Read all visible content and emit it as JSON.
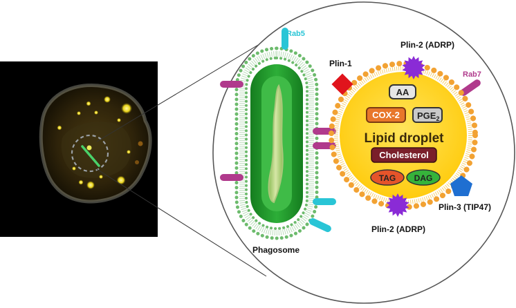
{
  "labels": {
    "rab5": "Rab5",
    "rab7": "Rab7",
    "plin1": "Plin-1",
    "plin2_top": "Plin-2 (ADRP)",
    "plin2_bottom": "Plin-2 (ADRP)",
    "plin3": "Plin-3 (TIP47)",
    "phagosome": "Phagosome",
    "lipid_droplet": "Lipid droplet",
    "aa": "AA",
    "cox2": "COX-2",
    "pge_main": "PGE",
    "pge_sub": "2",
    "cholesterol": "Cholesterol",
    "tag": "TAG",
    "dag": "DAG"
  },
  "colors": {
    "rab5": "#29c5d6",
    "rab7": "#b03a8c",
    "plin1": "#e0141c",
    "plin2": "#8a2bd6",
    "plin3": "#1f6fd1",
    "droplet_fill": "#ffd21f",
    "droplet_dots": "#f2a233",
    "phagosome_outer": "#5aae5c",
    "phagosome_core": "#1f9a2a",
    "cox2": "#e8772a",
    "cholesterol": "#7a1f2a",
    "tag": "#e5542a",
    "dag": "#36b33b",
    "aa_bg": "#e6e6e6",
    "pge_bg": "#c9c9c9"
  },
  "micrograph": {
    "dashed_region": "phagosome-lipid-droplet-contact"
  }
}
